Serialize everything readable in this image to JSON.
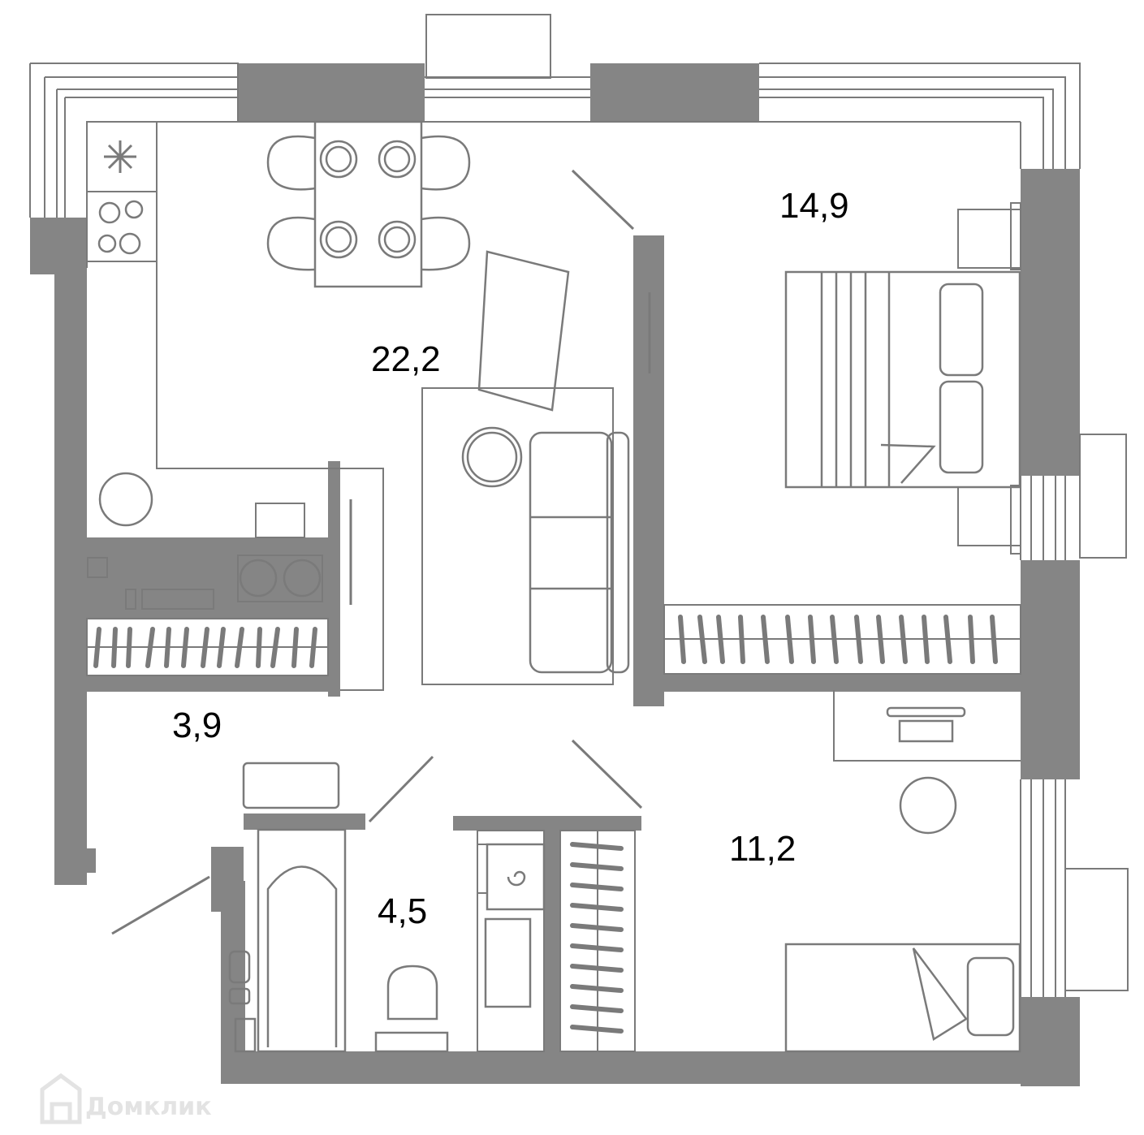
{
  "plan": {
    "wall_color": "#858585",
    "line_color": "#7a7a7a",
    "background": "#ffffff",
    "rooms": [
      {
        "id": "kitchen-living",
        "area": "22,2"
      },
      {
        "id": "bedroom",
        "area": "14,9"
      },
      {
        "id": "hallway",
        "area": "3,9"
      },
      {
        "id": "bathroom",
        "area": "4,5"
      },
      {
        "id": "children-room",
        "area": "11,2"
      }
    ]
  },
  "watermark": {
    "text": "Домклик",
    "icon": "house-logo-icon",
    "color": "#e3e3e3"
  }
}
